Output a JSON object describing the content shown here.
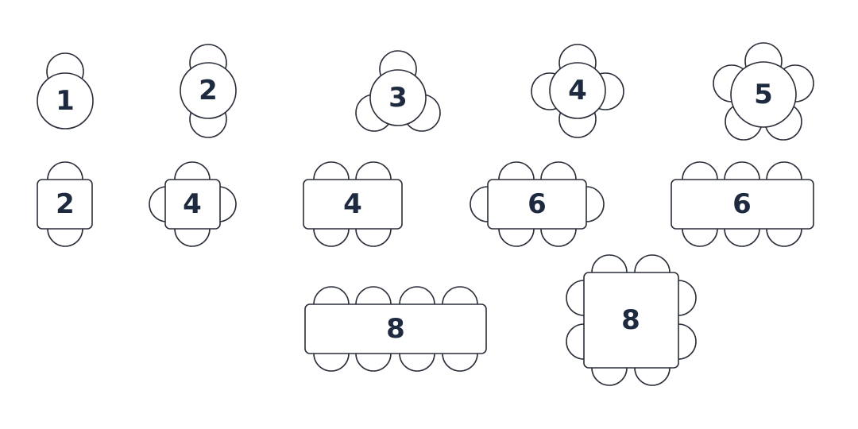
{
  "colors": {
    "outline": "#2a2e3a",
    "label": "#1e2a40",
    "background": "#ffffff"
  },
  "tables": [
    {
      "shape": "round",
      "seats": 1,
      "label": "1"
    },
    {
      "shape": "round",
      "seats": 2,
      "label": "2"
    },
    {
      "shape": "round",
      "seats": 3,
      "label": "3"
    },
    {
      "shape": "round",
      "seats": 4,
      "label": "4"
    },
    {
      "shape": "round",
      "seats": 5,
      "label": "5"
    },
    {
      "shape": "square",
      "seats": 2,
      "label": "2"
    },
    {
      "shape": "square",
      "seats": 4,
      "label": "4"
    },
    {
      "shape": "rectangle",
      "seats": 4,
      "label": "4"
    },
    {
      "shape": "rectangle",
      "seats": 6,
      "label": "6"
    },
    {
      "shape": "rectangle",
      "seats": 6,
      "label": "6"
    },
    {
      "shape": "rectangle",
      "seats": 8,
      "label": "8"
    },
    {
      "shape": "large-square",
      "seats": 8,
      "label": "8"
    }
  ]
}
